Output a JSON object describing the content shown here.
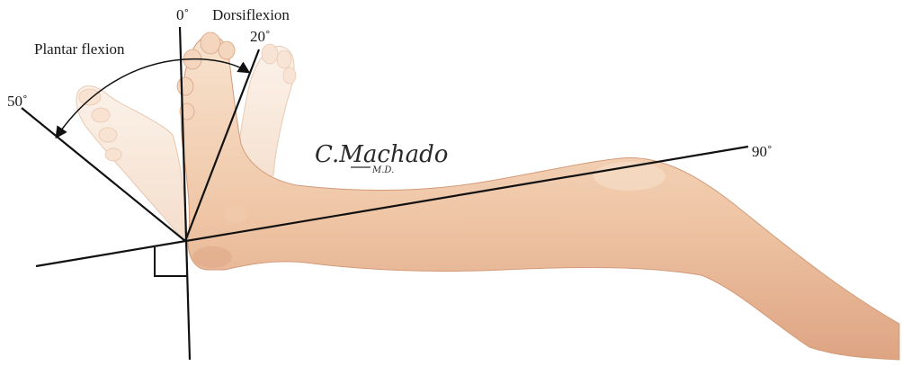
{
  "labels": {
    "zero": "0˚",
    "dorsiflexion": "Dorsiflexion",
    "plantar_flexion": "Plantar flexion",
    "twenty": "20˚",
    "fifty": "50˚",
    "ninety": "90˚"
  },
  "signature": {
    "name": "C.Machado",
    "suffix": "M.D."
  },
  "colors": {
    "line": "#111111",
    "skin_light": "#f6dcc4",
    "skin_mid": "#eec3a2",
    "skin_shadow": "#d9a07c"
  }
}
